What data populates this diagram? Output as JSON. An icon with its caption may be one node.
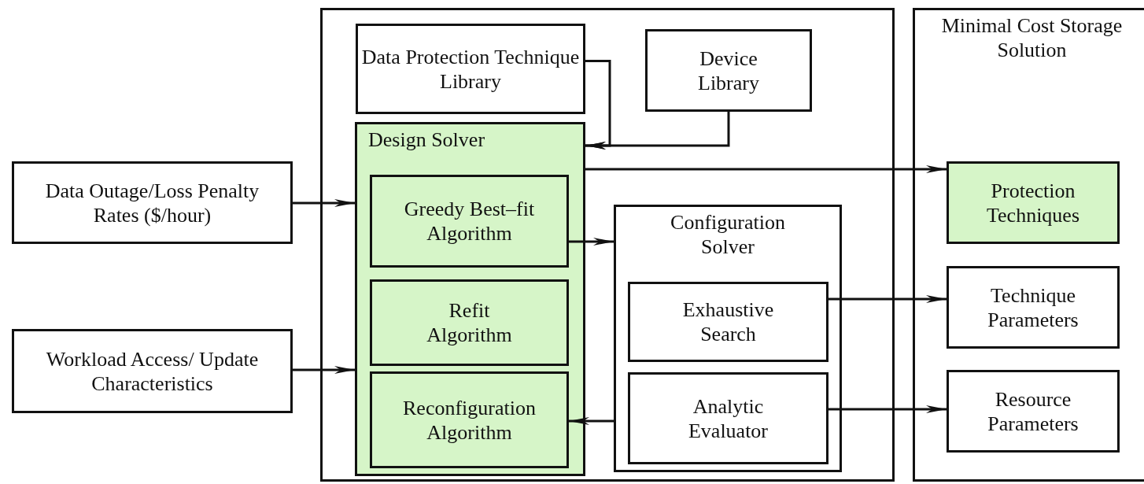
{
  "diagram": {
    "nodes": [
      {
        "text": [
          "Data Outage/Loss Penalty Rates ($/hour)"
        ]
      },
      {
        "text": [
          "Workload Access/ Update Characteristics"
        ]
      },
      {
        "text": [],
        "shape": "box"
      },
      {
        "text": [
          "Data Protection Technique Library"
        ],
        "in": 2
      },
      {
        "text": [
          "Device Library"
        ],
        "in": 2
      },
      {
        "text": [
          "Design Solver"
        ],
        "in": 2
      },
      {
        "text": [
          "Greedy Best–fit Algorithm"
        ],
        "in": 5
      },
      {
        "text": [
          "Refit Algorithm"
        ],
        "in": 5
      },
      {
        "text": [
          "Reconfiguration Algorithm"
        ],
        "in": 5
      },
      {
        "text": [
          "Configuration Solver"
        ],
        "in": 2
      },
      {
        "text": [
          "Exhaustive Search"
        ],
        "in": 9
      },
      {
        "text": [
          "Analytic Evaluator"
        ],
        "in": 9
      },
      {
        "text": [
          "Minimal Cost Storage Solution"
        ]
      },
      {
        "text": [
          "Protection Techniques"
        ],
        "in": 12
      },
      {
        "text": [
          "Technique Parameters"
        ],
        "in": 12
      },
      {
        "text": [
          "Resource Parameters"
        ],
        "in": 12
      }
    ],
    "edges": [
      {
        "from": 0,
        "to": 5,
        "arrow": "to"
      },
      {
        "from": 1,
        "to": 5,
        "arrow": "to"
      },
      {
        "from": 3,
        "to": 5,
        "arrow": "to"
      },
      {
        "from": 4,
        "to": 5,
        "arrow": "to"
      },
      {
        "from": 5,
        "to": 13,
        "arrow": "to"
      },
      {
        "from": 6,
        "to": 9,
        "arrow": "to"
      },
      {
        "from": 9,
        "to": 8,
        "arrow": "to"
      },
      {
        "from": 10,
        "to": 14,
        "arrow": "to"
      },
      {
        "from": 11,
        "to": 15,
        "arrow": "to"
      }
    ]
  }
}
